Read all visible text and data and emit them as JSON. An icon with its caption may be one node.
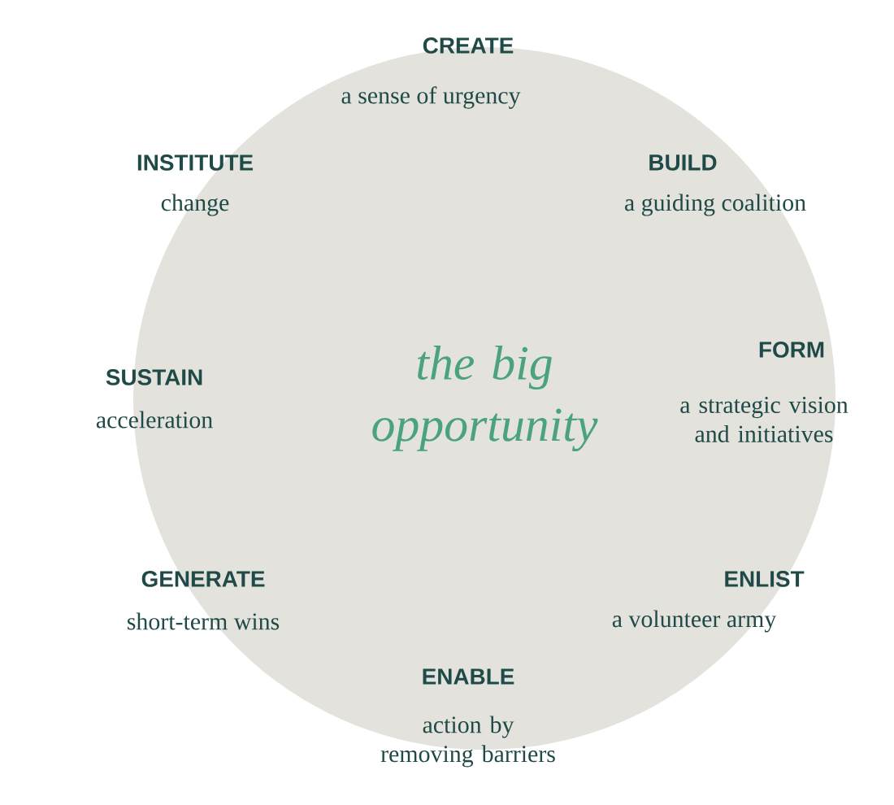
{
  "diagram": {
    "nodes": [
      {
        "text": [
          "the big opportunity"
        ]
      }
    ],
    "labels": [
      "CREATE",
      "a sense of urgency",
      "INSTITUTE",
      "change",
      "BUILD",
      "a guiding coalition",
      "FORM",
      "a strategic vision and initiatives",
      "SUSTAIN",
      "acceleration",
      "GENERATE",
      "short-term wins",
      "ENLIST",
      "a volunteer army",
      "ENABLE",
      "action by removing barriers"
    ]
  }
}
